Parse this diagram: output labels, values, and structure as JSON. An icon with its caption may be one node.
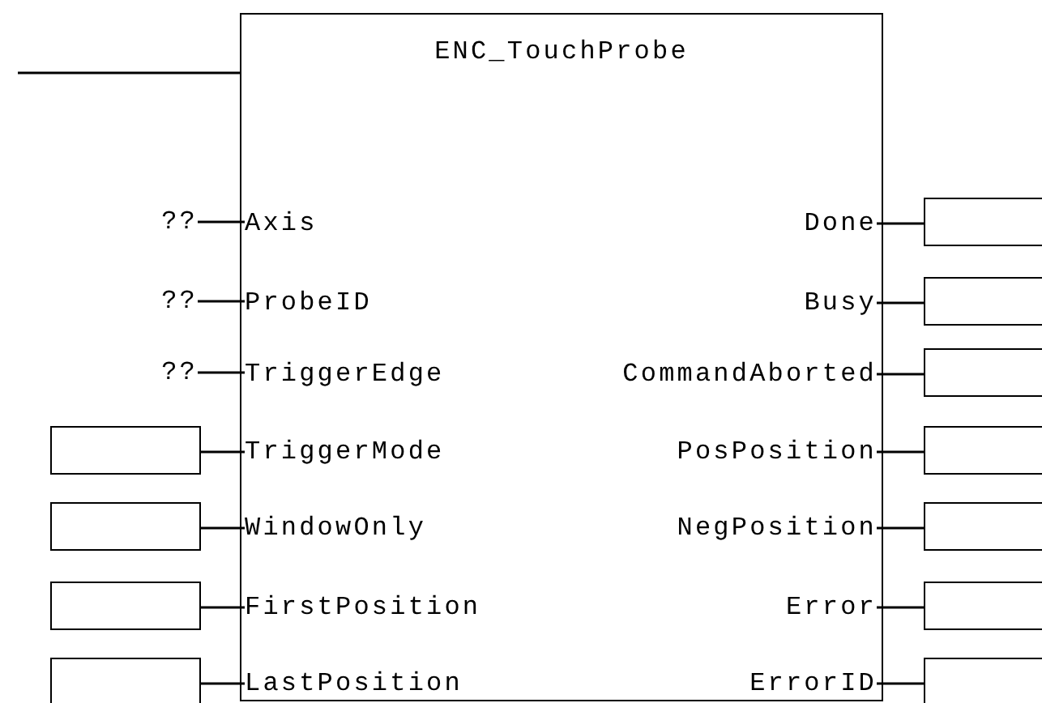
{
  "diagram": {
    "nodes": [
      {
        "text": [
          "ENC_TouchProbe"
        ]
      },
      {
        "text": [
          "??"
        ]
      },
      {
        "text": [
          "Axis"
        ],
        "in": 0
      },
      {
        "text": [
          "Done"
        ],
        "in": 0
      },
      {
        "text": [],
        "shape": "box"
      },
      {
        "text": [
          "??"
        ]
      },
      {
        "text": [
          "ProbeID"
        ],
        "in": 0
      },
      {
        "text": [
          "Busy"
        ],
        "in": 0
      },
      {
        "text": [],
        "shape": "box"
      },
      {
        "text": [
          "??"
        ]
      },
      {
        "text": [
          "TriggerEdge"
        ],
        "in": 0
      },
      {
        "text": [
          "CommandAborted"
        ],
        "in": 0
      },
      {
        "text": [],
        "shape": "box"
      },
      {
        "text": [],
        "shape": "box"
      },
      {
        "text": [
          "TriggerMode"
        ],
        "in": 0
      },
      {
        "text": [
          "PosPosition"
        ],
        "in": 0
      },
      {
        "text": [],
        "shape": "box"
      },
      {
        "text": [],
        "shape": "box"
      },
      {
        "text": [
          "WindowOnly"
        ],
        "in": 0
      },
      {
        "text": [
          "NegPosition"
        ],
        "in": 0
      },
      {
        "text": [],
        "shape": "box"
      },
      {
        "text": [],
        "shape": "box"
      },
      {
        "text": [
          "FirstPosition"
        ],
        "in": 0
      },
      {
        "text": [
          "Error"
        ],
        "in": 0
      },
      {
        "text": [],
        "shape": "box"
      },
      {
        "text": [],
        "shape": "box"
      },
      {
        "text": [
          "LastPosition"
        ],
        "in": 0
      },
      {
        "text": [
          "ErrorID"
        ],
        "in": 0
      },
      {
        "text": [],
        "shape": "box"
      }
    ],
    "edges": [
      {
        "from": null,
        "to": 0,
        "arrow": "none"
      },
      {
        "from": 1,
        "to": 2,
        "arrow": "none"
      },
      {
        "from": 3,
        "to": 4,
        "arrow": "none"
      },
      {
        "from": 5,
        "to": 6,
        "arrow": "none"
      },
      {
        "from": 7,
        "to": 8,
        "arrow": "none"
      },
      {
        "from": 9,
        "to": 10,
        "arrow": "none"
      },
      {
        "from": 11,
        "to": 12,
        "arrow": "none"
      },
      {
        "from": 13,
        "to": 14,
        "arrow": "none"
      },
      {
        "from": 15,
        "to": 16,
        "arrow": "none"
      },
      {
        "from": 17,
        "to": 18,
        "arrow": "none"
      },
      {
        "from": 19,
        "to": 20,
        "arrow": "none"
      },
      {
        "from": 21,
        "to": 22,
        "arrow": "none"
      },
      {
        "from": 23,
        "to": 24,
        "arrow": "none"
      },
      {
        "from": 25,
        "to": 26,
        "arrow": "none"
      },
      {
        "from": 27,
        "to": 28,
        "arrow": "none"
      }
    ]
  }
}
